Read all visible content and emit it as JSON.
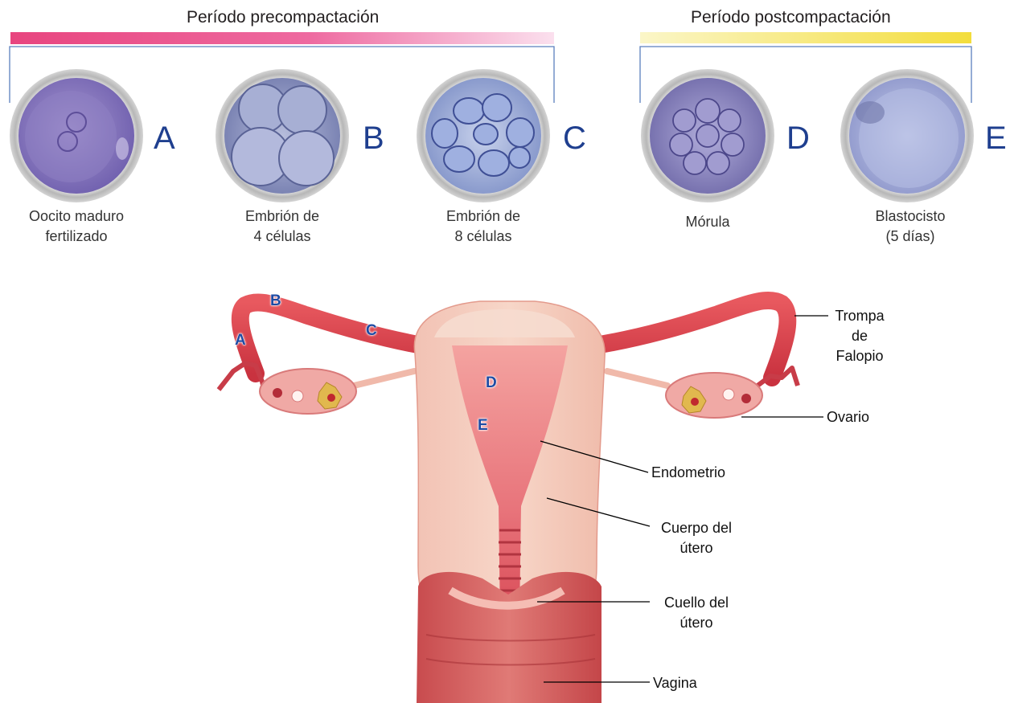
{
  "periods": {
    "pre": {
      "title": "Período precompactación"
    },
    "post": {
      "title": "Período postcompactación"
    }
  },
  "stages": [
    {
      "letter": "A",
      "caption": "Oocito maduro\nfertilizado"
    },
    {
      "letter": "B",
      "caption": "Embrión de\n4 células"
    },
    {
      "letter": "C",
      "caption": "Embrión de\n8 células"
    },
    {
      "letter": "D",
      "caption": "Mórula"
    },
    {
      "letter": "E",
      "caption": "Blastocisto\n(5 días)"
    }
  ],
  "markers": [
    "A",
    "B",
    "C",
    "D",
    "E"
  ],
  "callouts": {
    "tube": "Trompa\nde\nFalopio",
    "ovary": "Ovario",
    "endometrium": "Endometrio",
    "body": "Cuerpo del\nútero",
    "cervix": "Cuello del\nútero",
    "vagina": "Vagina"
  },
  "colors": {
    "pre_bar": "#e8457f",
    "post_bar": "#f2e24a",
    "bracket": "#5b7fbe",
    "letter": "#1f3f8f",
    "uterus": "#e47a7c",
    "tube": "#d94452"
  }
}
